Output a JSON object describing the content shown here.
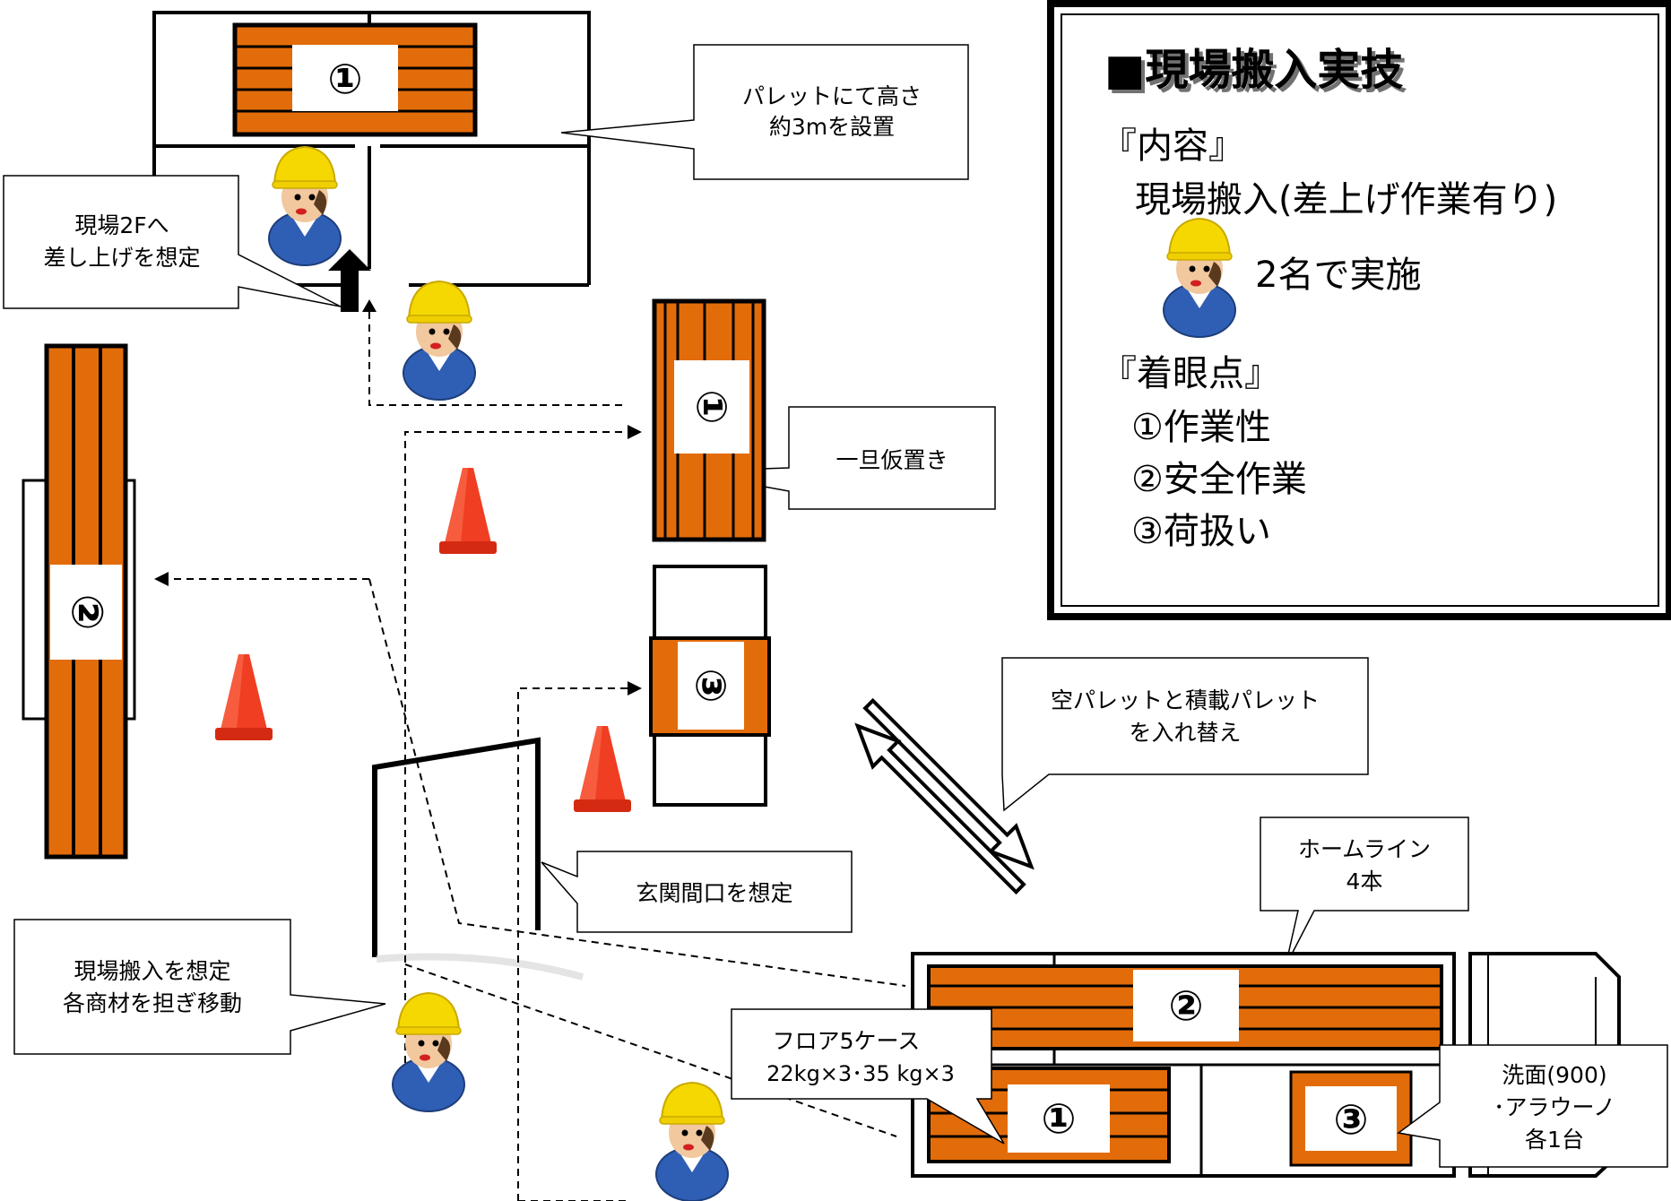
{
  "colors": {
    "pallet": "#e36c0a",
    "cone": "#e8321e",
    "helmet": "#f5d800",
    "shirt": "#2f5fb5",
    "line": "#000000"
  },
  "info_box": {
    "title": "■現場搬入実技",
    "content_heading": "『内容』",
    "content_text": "現場搬入(差上げ作業有り)",
    "workers_text": "2名で実施",
    "points_heading": "『着眼点』",
    "points": [
      "①作業性",
      "②安全作業",
      "③荷扱い"
    ]
  },
  "callouts": {
    "pallet_height": [
      "パレットにて高さ",
      "約3mを設置"
    ],
    "lift_2f": [
      "現場2Fへ",
      "差し上げを想定"
    ],
    "temp_place": "一旦仮置き",
    "swap_pallet": [
      "空パレットと積載パレット",
      "を入れ替え"
    ],
    "home_line": [
      "ホームライン",
      "4本"
    ],
    "entrance": "玄関間口を想定",
    "carry": [
      "現場搬入を想定",
      "各商材を担ぎ移動"
    ],
    "floor_cases": [
      "フロア5ケース",
      "22kg×3･35 kg×3"
    ],
    "washbasin": [
      "洗面(900)",
      "･アラウーノ",
      "各1台"
    ]
  },
  "markers": {
    "one": "①",
    "two": "②",
    "three": "③"
  },
  "icons": [
    "worker-icon",
    "traffic-cone-icon",
    "up-arrow-icon",
    "double-arrow-icon"
  ]
}
